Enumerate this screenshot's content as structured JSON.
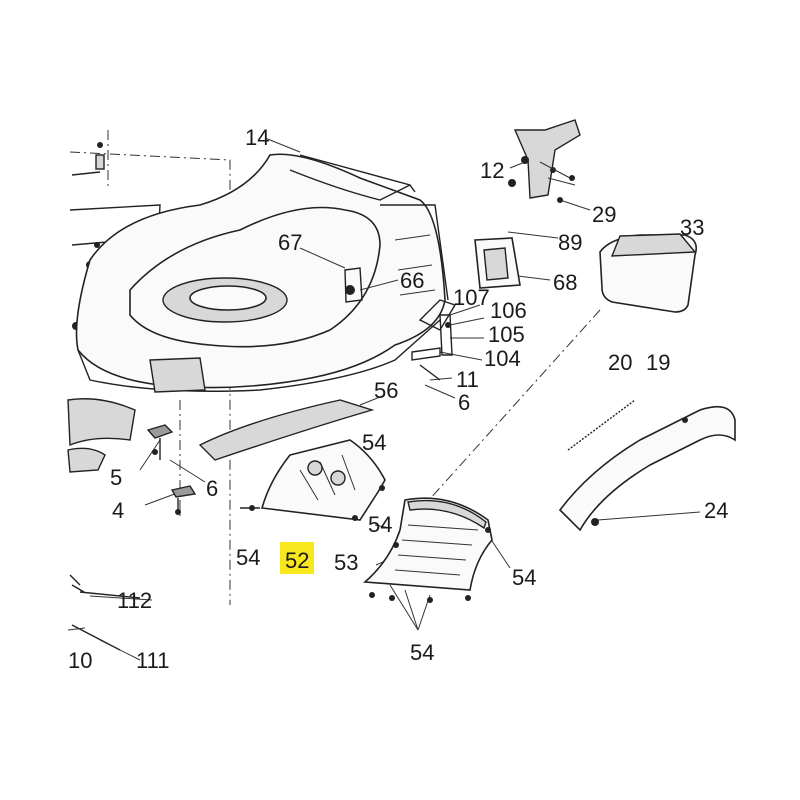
{
  "highlight_color": "#f7e71c",
  "callouts": {
    "c14": "14",
    "c12": "12",
    "c29": "29",
    "c33": "33",
    "c89": "89",
    "c67": "67",
    "c66": "66",
    "c68": "68",
    "c107": "107",
    "c106": "106",
    "c105": "105",
    "c104": "104",
    "c11": "11",
    "c6a": "6",
    "c20": "20",
    "c19": "19",
    "c56": "56",
    "c54a": "54",
    "c5": "5",
    "c6b": "6",
    "c4": "4",
    "c54b": "54",
    "c52": "52",
    "c54c": "54",
    "c53": "53",
    "c54d": "54",
    "c24": "24",
    "c112": "112",
    "c10": "10",
    "c111": "111",
    "c54e": "54"
  }
}
